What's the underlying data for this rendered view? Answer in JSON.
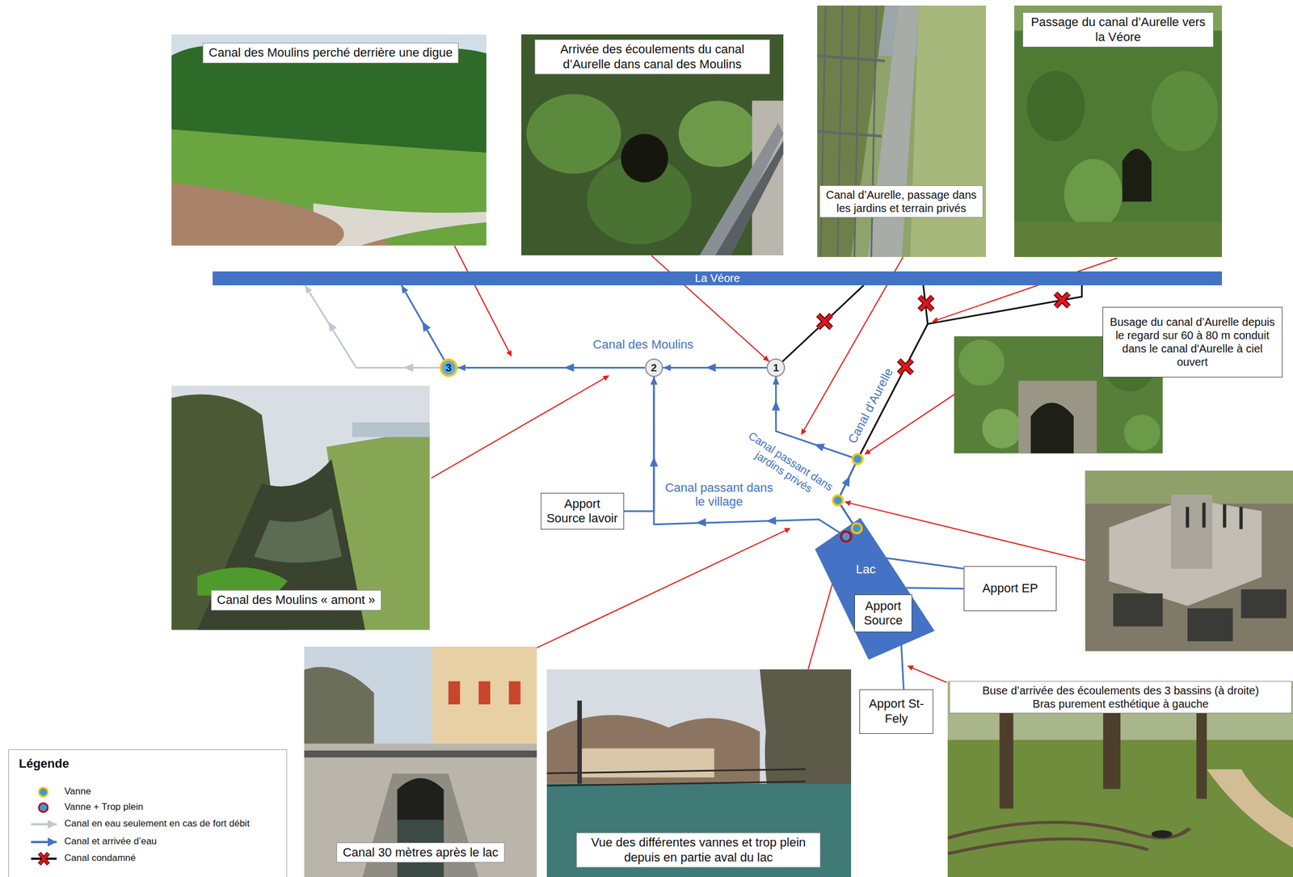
{
  "diagram": {
    "nodes": [
      {
        "text": [
          "Canal des Moulins perché derrière une digue"
        ]
      },
      {
        "text": [
          "Arrivée des écoulements du canal d’Aurelle dans canal des Moulins"
        ]
      },
      {
        "text": [
          "Canal d’Aurelle, passage dans les jardins et terrain privés"
        ]
      },
      {
        "text": [
          "Passage du canal d’Aurelle vers la Véore"
        ]
      },
      {
        "text": [
          "La Véore"
        ]
      },
      {
        "text": [
          "Busage du canal d’Aurelle depuis le regard sur 60 à 80 m conduit dans le canal d'Aurelle à ciel ouvert"
        ]
      },
      {
        "text": [
          "3"
        ]
      },
      {
        "text": [
          "2"
        ]
      },
      {
        "text": [
          "1"
        ]
      },
      {
        "text": [
          "Canal des Moulins « amont »"
        ]
      },
      {
        "text": [
          "Apport Source lavoir"
        ]
      },
      {
        "text": [
          "Lac"
        ]
      },
      {
        "text": [
          "Apport Source"
        ],
        "in": 11
      },
      {
        "text": [
          "Apport EP"
        ]
      },
      {
        "text": [
          "Apport St-Fely"
        ]
      },
      {
        "text": [
          "Canal 30 mètres après le lac"
        ]
      },
      {
        "text": [
          "Vue des différentes vannes et trop plein depuis en partie aval du lac"
        ]
      },
      {
        "text": [
          "Buse d’arrivée des écoulements des 3 bassins (à droite)",
          "Bras purement esthétique à gauche"
        ]
      }
    ],
    "edges": [
      {
        "from": 8,
        "to": 7,
        "arrow": "to",
        "label": "Canal des Moulins"
      },
      {
        "from": 7,
        "to": 6,
        "arrow": "to"
      },
      {
        "from": 6,
        "to": 4,
        "arrow": "to"
      },
      {
        "from": 6,
        "to": 4,
        "arrow": "to"
      },
      {
        "from": 8,
        "to": 4,
        "arrow": "none"
      },
      {
        "from": 11,
        "to": 8,
        "arrow": "to",
        "label": "Canal passant dans jardins privés"
      },
      {
        "from": 11,
        "to": 7,
        "arrow": "to",
        "label": "Canal passant dans le village"
      },
      {
        "from": 10,
        "to": 7,
        "arrow": "to"
      },
      {
        "from": 11,
        "to": 4,
        "arrow": "none",
        "label": "Canal d’Aurelle"
      },
      {
        "from": 13,
        "to": 11,
        "arrow": "none"
      },
      {
        "from": 13,
        "to": 11,
        "arrow": "none"
      },
      {
        "from": 14,
        "to": 11,
        "arrow": "none"
      },
      {
        "from": 1,
        "to": 8,
        "arrow": "to"
      }
    ],
    "labels": [
      "Légende"
    ],
    "legend": [
      {
        "text": "Vanne"
      },
      {
        "text": "Vanne + Trop plein"
      },
      {
        "text": "Canal en eau seulement en cas de fort débit"
      },
      {
        "text": "Canal et arrivée d’eau"
      },
      {
        "text": "Canal condamné"
      }
    ]
  }
}
